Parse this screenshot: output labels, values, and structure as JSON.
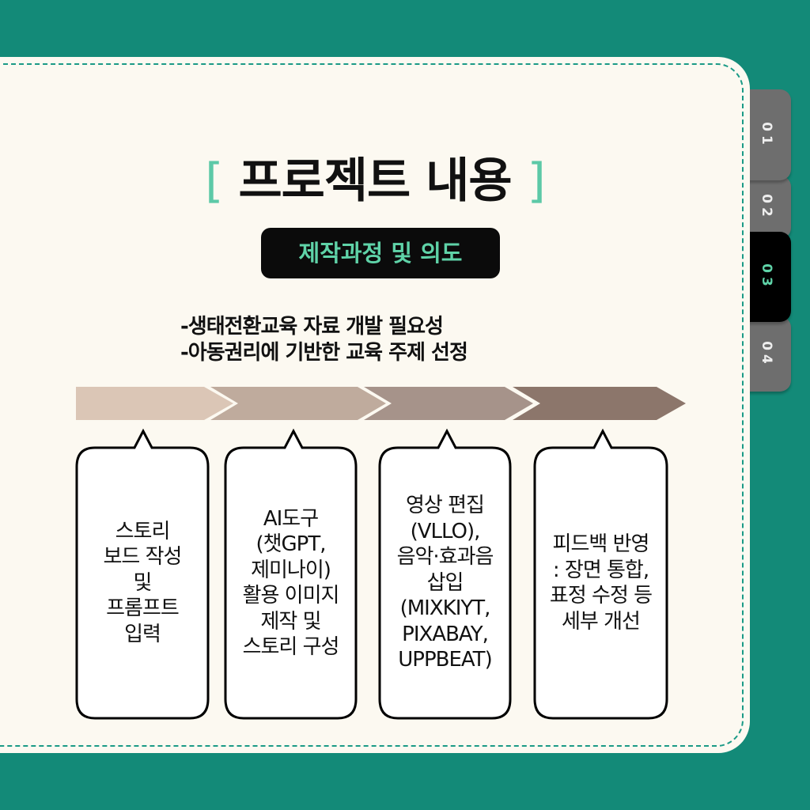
{
  "tabs": [
    {
      "label": "01",
      "active": false
    },
    {
      "label": "02",
      "active": false
    },
    {
      "label": "03",
      "active": true
    },
    {
      "label": "04",
      "active": false
    }
  ],
  "title": {
    "open": "[",
    "text": "프로젝트 내용",
    "close": "]"
  },
  "subtitle": "제작과정 및 의도",
  "bullets": [
    "-생태전환교육 자료 개발 필요성",
    "-아동권리에 기반한 교육 주제 선정"
  ],
  "colors": {
    "background": "#138a78",
    "card": "#fcf9f1",
    "accent": "#5fd3a8",
    "steps": [
      "#dbc6b6",
      "#bfab9d",
      "#a6938a",
      "#8c766b"
    ]
  },
  "steps": [
    {
      "text": "스토리\n보드 작성\n및\n프롬프트\n입력"
    },
    {
      "text": "AI도구\n(챗GPT,\n제미나이)\n활용 이미지\n제작 및\n스토리 구성"
    },
    {
      "text": "영상 편집\n(VLLO),\n음악·효과음\n삽입\n(MIXKIYT,\nPIXABAY,\nUPPBEAT)"
    },
    {
      "text": "피드백 반영\n: 장면 통합,\n표정 수정 등\n세부 개선"
    }
  ]
}
